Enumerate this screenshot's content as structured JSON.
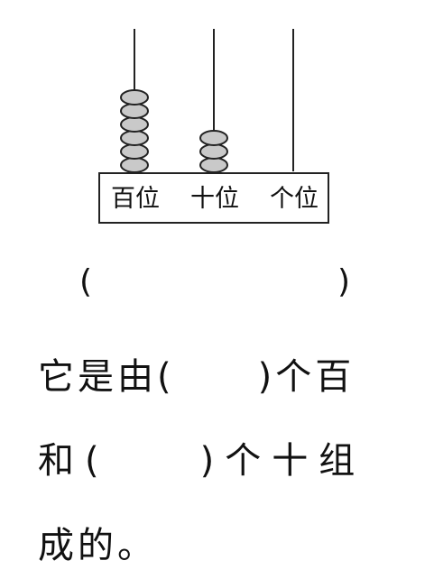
{
  "abacus": {
    "place_labels": [
      "百位",
      "十位",
      "个位"
    ],
    "bead_counts": {
      "hundreds": 6,
      "tens": 3,
      "ones": 0
    }
  },
  "answer_line": {
    "open_paren": "(",
    "close_paren": ")"
  },
  "question": {
    "line1": {
      "a": "它是由(",
      "b": ")个百"
    },
    "line2": {
      "a": "和(",
      "b": ")个十组"
    },
    "line3": "成的。"
  }
}
